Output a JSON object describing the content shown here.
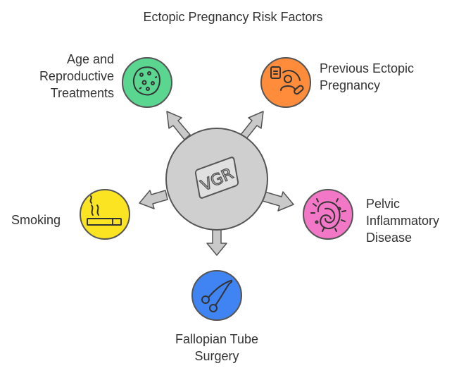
{
  "title": "Ectopic Pregnancy Risk Factors",
  "center": {
    "text": "VGR",
    "fill": "#cfcfcf"
  },
  "factors": [
    {
      "id": "age",
      "lines": [
        "Age and",
        "Reproductive",
        "Treatments"
      ],
      "color": "#5ad691",
      "icon": "microbe-cell-icon"
    },
    {
      "id": "previous",
      "lines": [
        "Previous Ectopic",
        "Pregnancy"
      ],
      "color": "#ff8c3a",
      "icon": "medical-record-icon"
    },
    {
      "id": "pid",
      "lines": [
        "Pelvic",
        "Inflammatory",
        "Disease"
      ],
      "color": "#f277c6",
      "icon": "bacteria-icon"
    },
    {
      "id": "surgery",
      "lines": [
        "Fallopian Tube",
        "Surgery"
      ],
      "color": "#3f84f2",
      "icon": "surgical-scissors-icon"
    },
    {
      "id": "smoking",
      "lines": [
        "Smoking"
      ],
      "color": "#fbe421",
      "icon": "cigarette-icon"
    }
  ]
}
